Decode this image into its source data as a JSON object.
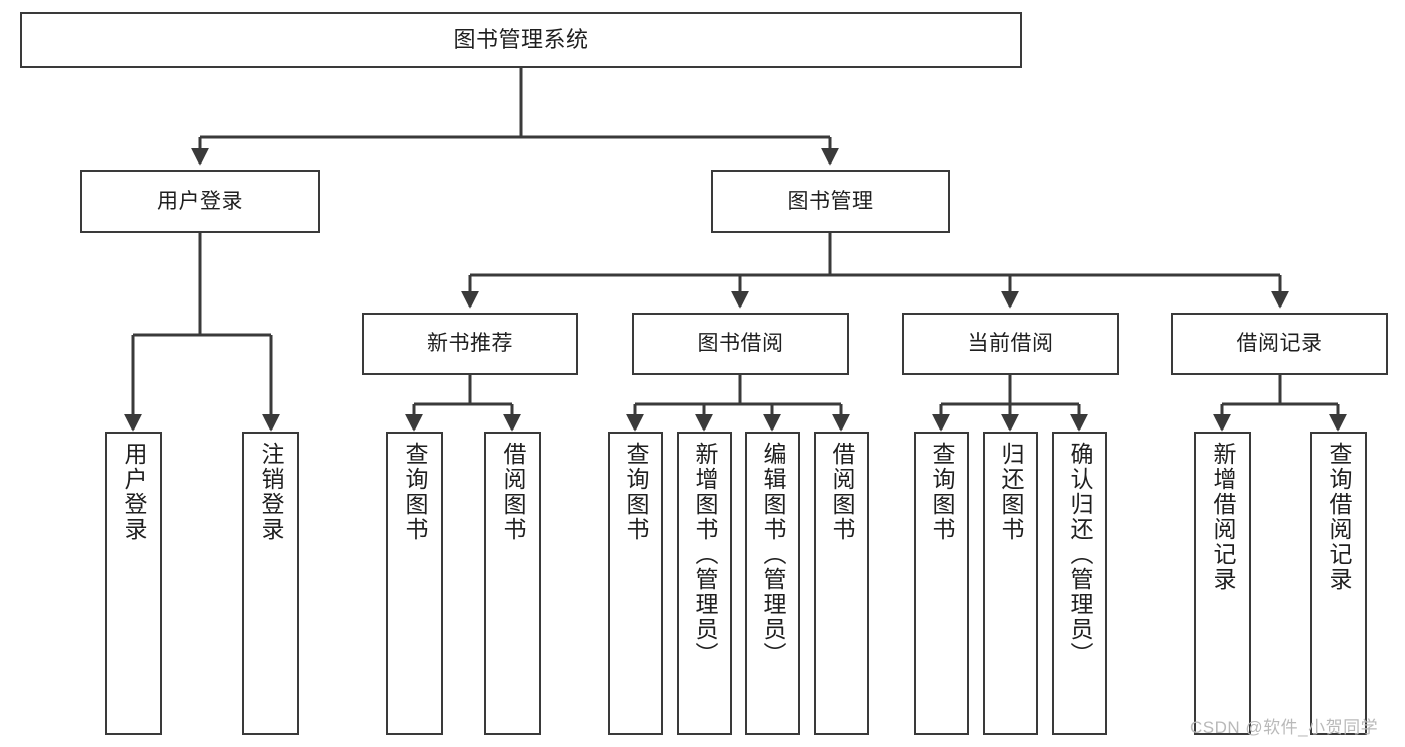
{
  "diagram": {
    "title": "图书管理系统",
    "type": "hierarchy-tree",
    "root": {
      "label": "图书管理系统"
    },
    "level2": [
      {
        "label": "用户登录"
      },
      {
        "label": "图书管理"
      }
    ],
    "level3": [
      {
        "label": "新书推荐"
      },
      {
        "label": "图书借阅"
      },
      {
        "label": "当前借阅"
      },
      {
        "label": "借阅记录"
      }
    ],
    "leaves": {
      "user_login": [
        "用户登录",
        "注销登录"
      ],
      "new_book_recommend": [
        "查询图书",
        "借阅图书"
      ],
      "book_borrow": [
        "查询图书",
        "新增图书（管理员）",
        "编辑图书（管理员）",
        "借阅图书"
      ],
      "current_borrow": [
        "查询图书",
        "归还图书",
        "确认归还（管理员）"
      ],
      "borrow_record": [
        "新增借阅记录",
        "查询借阅记录"
      ]
    }
  },
  "watermark": {
    "text": "CSDN @软件_小贺同学"
  },
  "colors": {
    "stroke": "#3a3a3a",
    "fill": "#ffffff",
    "text": "#1f1f1f",
    "watermark": "#b9b9b9"
  }
}
